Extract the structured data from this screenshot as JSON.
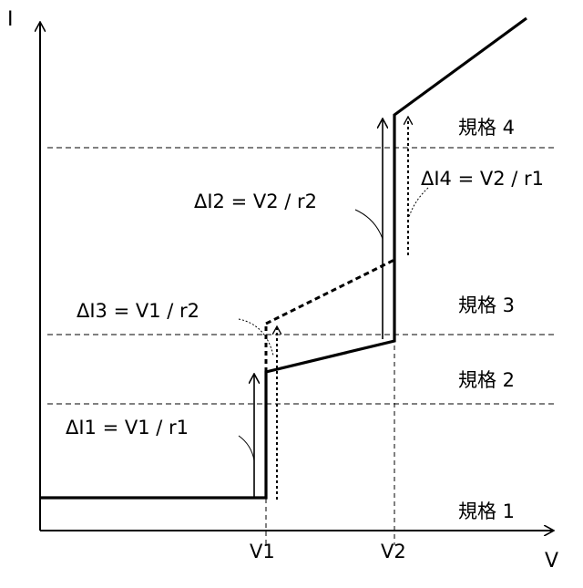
{
  "axes": {
    "y_label": "I",
    "x_label": "V",
    "x_ticks": [
      "V1",
      "V2"
    ]
  },
  "levels": [
    {
      "id": "level-1",
      "label": "規格 1"
    },
    {
      "id": "level-2",
      "label": "規格 2"
    },
    {
      "id": "level-3",
      "label": "規格 3"
    },
    {
      "id": "level-4",
      "label": "規格 4"
    }
  ],
  "deltas": {
    "d1": "ΔI1 = V1 / r1",
    "d2": "ΔI2 = V2 / r2",
    "d3": "ΔI3 = V1 / r2",
    "d4": "ΔI4 = V2 / r1"
  },
  "colors": {
    "ink": "#000000",
    "background": "#ffffff"
  }
}
